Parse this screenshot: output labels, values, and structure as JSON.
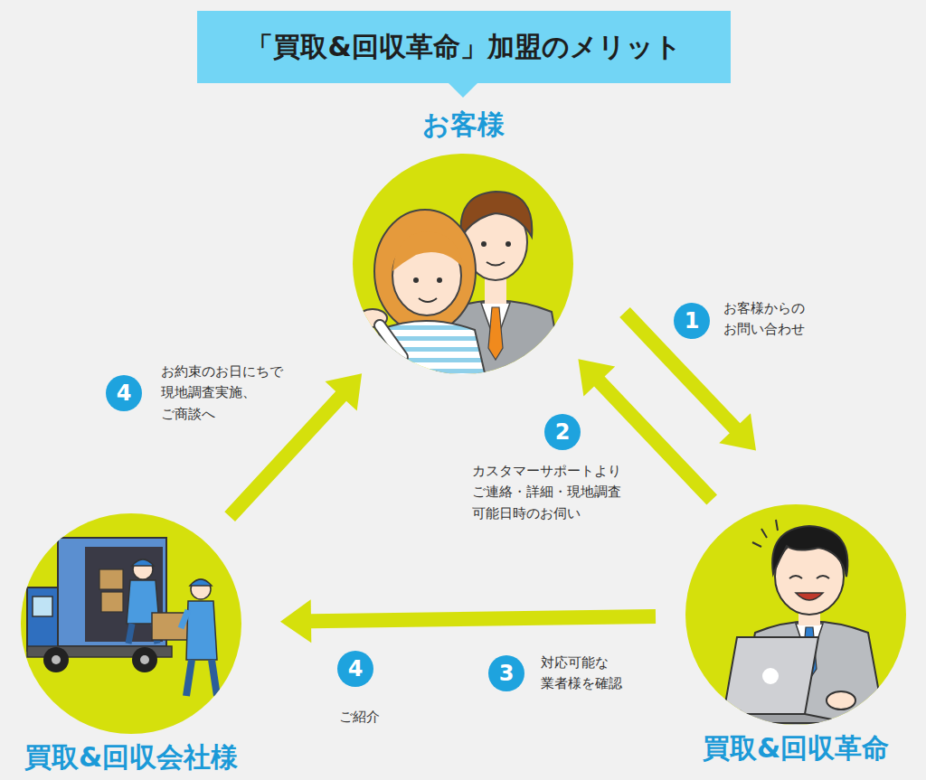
{
  "diagram": {
    "title": "「買取&回収革命」加盟のメリット",
    "nodes": [
      {
        "text": [
          "お客様"
        ]
      },
      {
        "text": [
          "買取&回収革命"
        ]
      },
      {
        "text": [
          "買取&回収会社様"
        ]
      }
    ],
    "edges": [
      {
        "from": 0,
        "to": 1,
        "arrow": "to",
        "label": "お客様からの お問い合わせ"
      },
      {
        "from": 1,
        "to": 0,
        "arrow": "to",
        "label": "カスタマーサポートより ご連絡・詳細・現地調査 可能日時のお伺い"
      },
      {
        "from": 1,
        "to": 2,
        "arrow": "to",
        "label": "対応可能な 業者様を確認"
      },
      {
        "from": 2,
        "to": 0,
        "arrow": "to",
        "label": "お約束のお日にちで 現地調査実施、 ご商談へ"
      }
    ],
    "labels": [
      "1",
      "2",
      "4",
      "3",
      "4",
      "ご紹介"
    ]
  }
}
